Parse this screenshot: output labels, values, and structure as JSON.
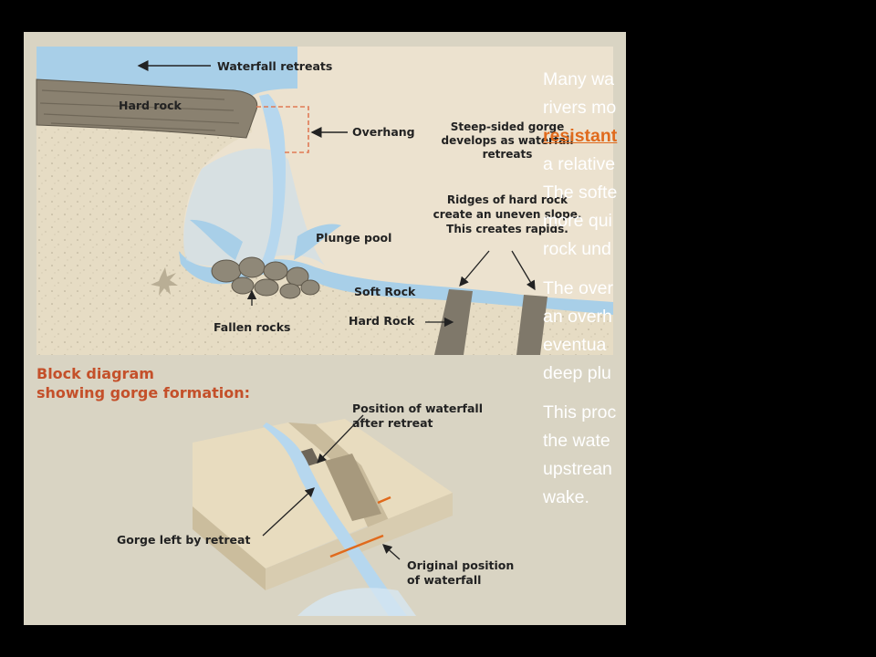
{
  "diagram": {
    "top_labels": {
      "waterfall_retreats": "Waterfall retreats",
      "hard_rock": "Hard rock",
      "overhang": "Overhang",
      "gorge_note_1": "Steep-sided gorge",
      "gorge_note_2": "develops as waterfall",
      "gorge_note_3": "retreats",
      "ridges_1": "Ridges of hard rock",
      "ridges_2": "create an uneven slope.",
      "ridges_3": "This creates rapids.",
      "plunge_pool": "Plunge pool",
      "soft_rock": "Soft Rock",
      "hard_rock_2": "Hard Rock",
      "fallen_rocks": "Fallen rocks"
    },
    "block_title_1": "Block diagram",
    "block_title_2": "showing gorge formation:",
    "block_labels": {
      "pos_after_1": "Position of waterfall",
      "pos_after_2": "after retreat",
      "gorge_left": "Gorge left by retreat",
      "orig_pos_1": "Original position",
      "orig_pos_2": "of waterfall"
    }
  },
  "slide_text": {
    "p1": [
      "Many wa",
      "rivers mo",
      "resistant",
      "a relative",
      "The softe",
      "more qui",
      "rock und"
    ],
    "p2": [
      "The over",
      "an overh",
      "eventua",
      "deep plu"
    ],
    "p3": [
      "This proc",
      "the wate",
      "upstrean",
      "wake."
    ]
  },
  "colors": {
    "background": "#d9d4c3",
    "water": "#a8cfe8",
    "accent": "#c4502a"
  }
}
